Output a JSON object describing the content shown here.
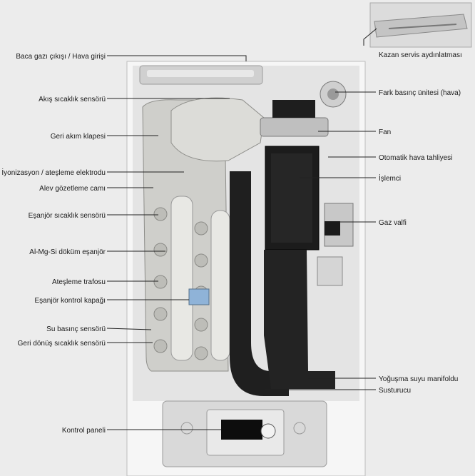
{
  "labels_left": [
    "Baca gazı çıkışı / Hava girişi",
    "Akış sıcaklık sensörü",
    "Geri akım klapesi",
    "İyonizasyon / ateşleme elektrodu",
    "Alev gözetleme camı",
    "Eşanjör sıcaklık sensörü",
    "Al-Mg-Si döküm eşanjör",
    "Ateşleme trafosu",
    "Eşanjör kontrol kapağı",
    "Su basınç sensörü",
    "Geri dönüş sıcaklık sensörü",
    "Kontrol paneli"
  ],
  "labels_right": [
    "Kazan servis aydınlatması",
    "Fark basınç ünitesi (hava)",
    "Fan",
    "Otomatik hava tahliyesi",
    "İşlemci",
    "Gaz valfi",
    "Yoğuşma suyu manifoldu",
    "Susturucu"
  ],
  "colors": {
    "background": "#ececec",
    "casing": "#f4f4f4",
    "heat_exchanger": "#d9d9d6",
    "black_parts": "#1c1c1c",
    "leader_line": "#222222"
  }
}
